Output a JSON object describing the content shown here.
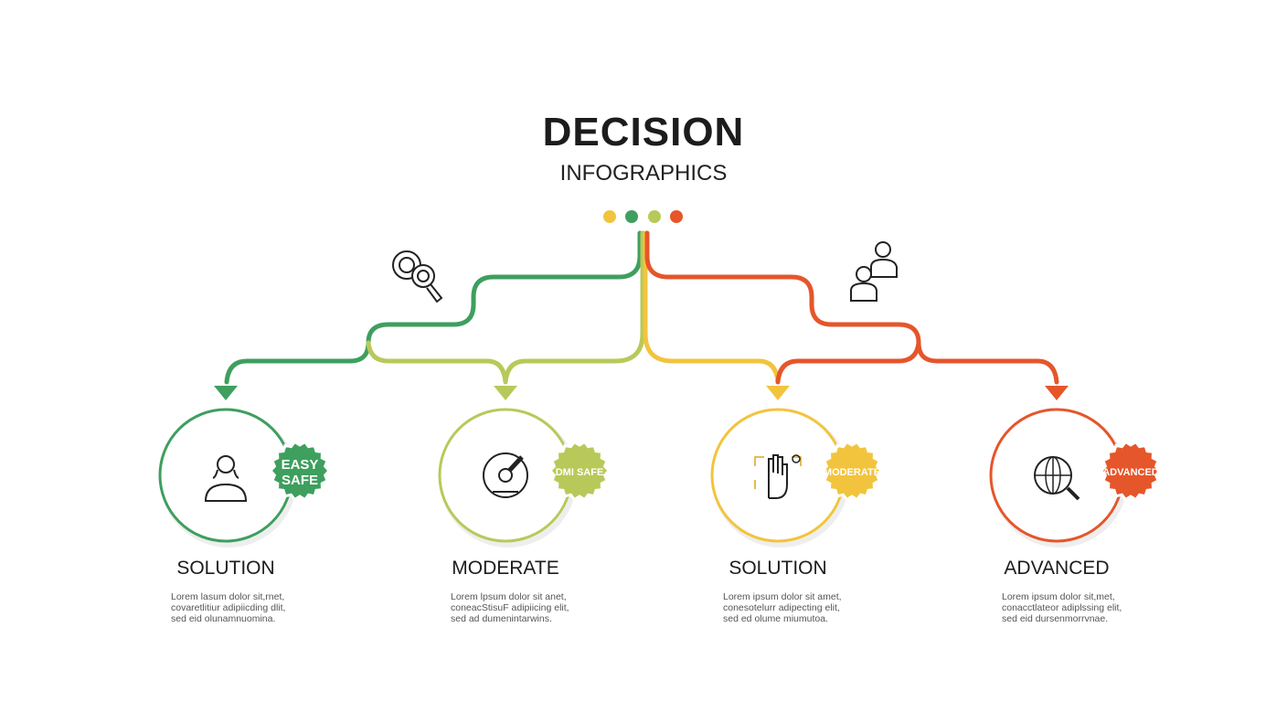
{
  "header": {
    "title": "DECISION",
    "subtitle": "INFOGRAPHICS"
  },
  "colors": {
    "green": "#3e9f5e",
    "lime": "#b8c95a",
    "yellow": "#f2c43e",
    "orange": "#e5562b"
  },
  "top_icons": [
    "magnifier-icon",
    "people-icon"
  ],
  "options": [
    {
      "label": "SOLUTION",
      "badge": [
        "EASY",
        "SAFE"
      ],
      "icon": "person-icon",
      "color": "#3e9f5e",
      "body": [
        "Lorem lasum dolor sit,rnet,",
        "covaretlitiur adipiicding dlit,",
        "sed eid olunamnuomina."
      ]
    },
    {
      "label": "MODERATE",
      "badge": [
        "DMI SAFE"
      ],
      "icon": "gauge-icon",
      "color": "#b8c95a",
      "body": [
        "Lorem lpsum dolor sit anet,",
        "coneacStisuF adipiicing elit,",
        "sed ad dumenintarwins."
      ]
    },
    {
      "label": "SOLUTION",
      "badge": [
        "MODERATE"
      ],
      "icon": "hand-icon",
      "color": "#f2c43e",
      "body": [
        "Lorem ipsum dolor sit amet,",
        "conesotelurr adipecting elit,",
        "sed ed olume miumutoa."
      ]
    },
    {
      "label": "ADVANCED",
      "badge": [
        "ADVANCED"
      ],
      "icon": "globe-search-icon",
      "color": "#e5562b",
      "body": [
        "Lorem ipsum dolor sit,met,",
        "conacctlateor adiplssing elit,",
        "sed eid dursenmorrvnae."
      ]
    }
  ]
}
